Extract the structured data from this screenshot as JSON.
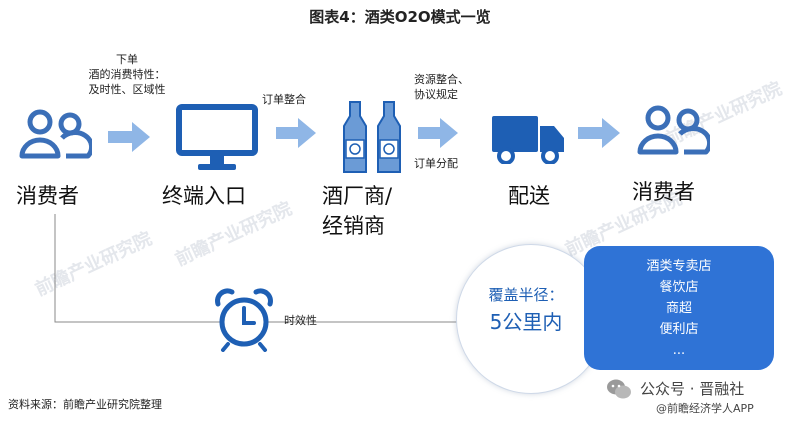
{
  "title": "图表4：酒类O2O模式一览",
  "nodes": {
    "consumer_left": "消费者",
    "terminal": "终端入口",
    "maker_line1": "酒厂商/",
    "maker_line2": "经销商",
    "delivery": "配送",
    "consumer_right": "消费者"
  },
  "labels": {
    "step1_line1": "下单",
    "step1_line2": "酒的消费特性：",
    "step1_line3": "及时性、区域性",
    "step2": "订单整合",
    "step3_line1": "资源整合、",
    "step3_line2": "协议规定",
    "step3_under": "订单分配",
    "timeliness": "时效性"
  },
  "coverage": {
    "line1": "覆盖半径：",
    "line2": "5公里内"
  },
  "stores": [
    "酒类专卖店",
    "餐饮店",
    "商超",
    "便利店",
    "..."
  ],
  "footer": {
    "source": "资料来源：前瞻产业研究院整理",
    "brand": "公众号 · 晋融社",
    "app": "@前瞻经济学人APP"
  },
  "watermarks": [
    "前瞻产业研究院",
    "前瞻产业研究院",
    "前瞻产业研究院",
    "前瞻产业研究院"
  ],
  "colors": {
    "icon_blue": "#3b6fb8",
    "arrow_blue": "#8fb6e6",
    "box_blue": "#2f73d6",
    "circle_border": "#cfd9e8"
  }
}
